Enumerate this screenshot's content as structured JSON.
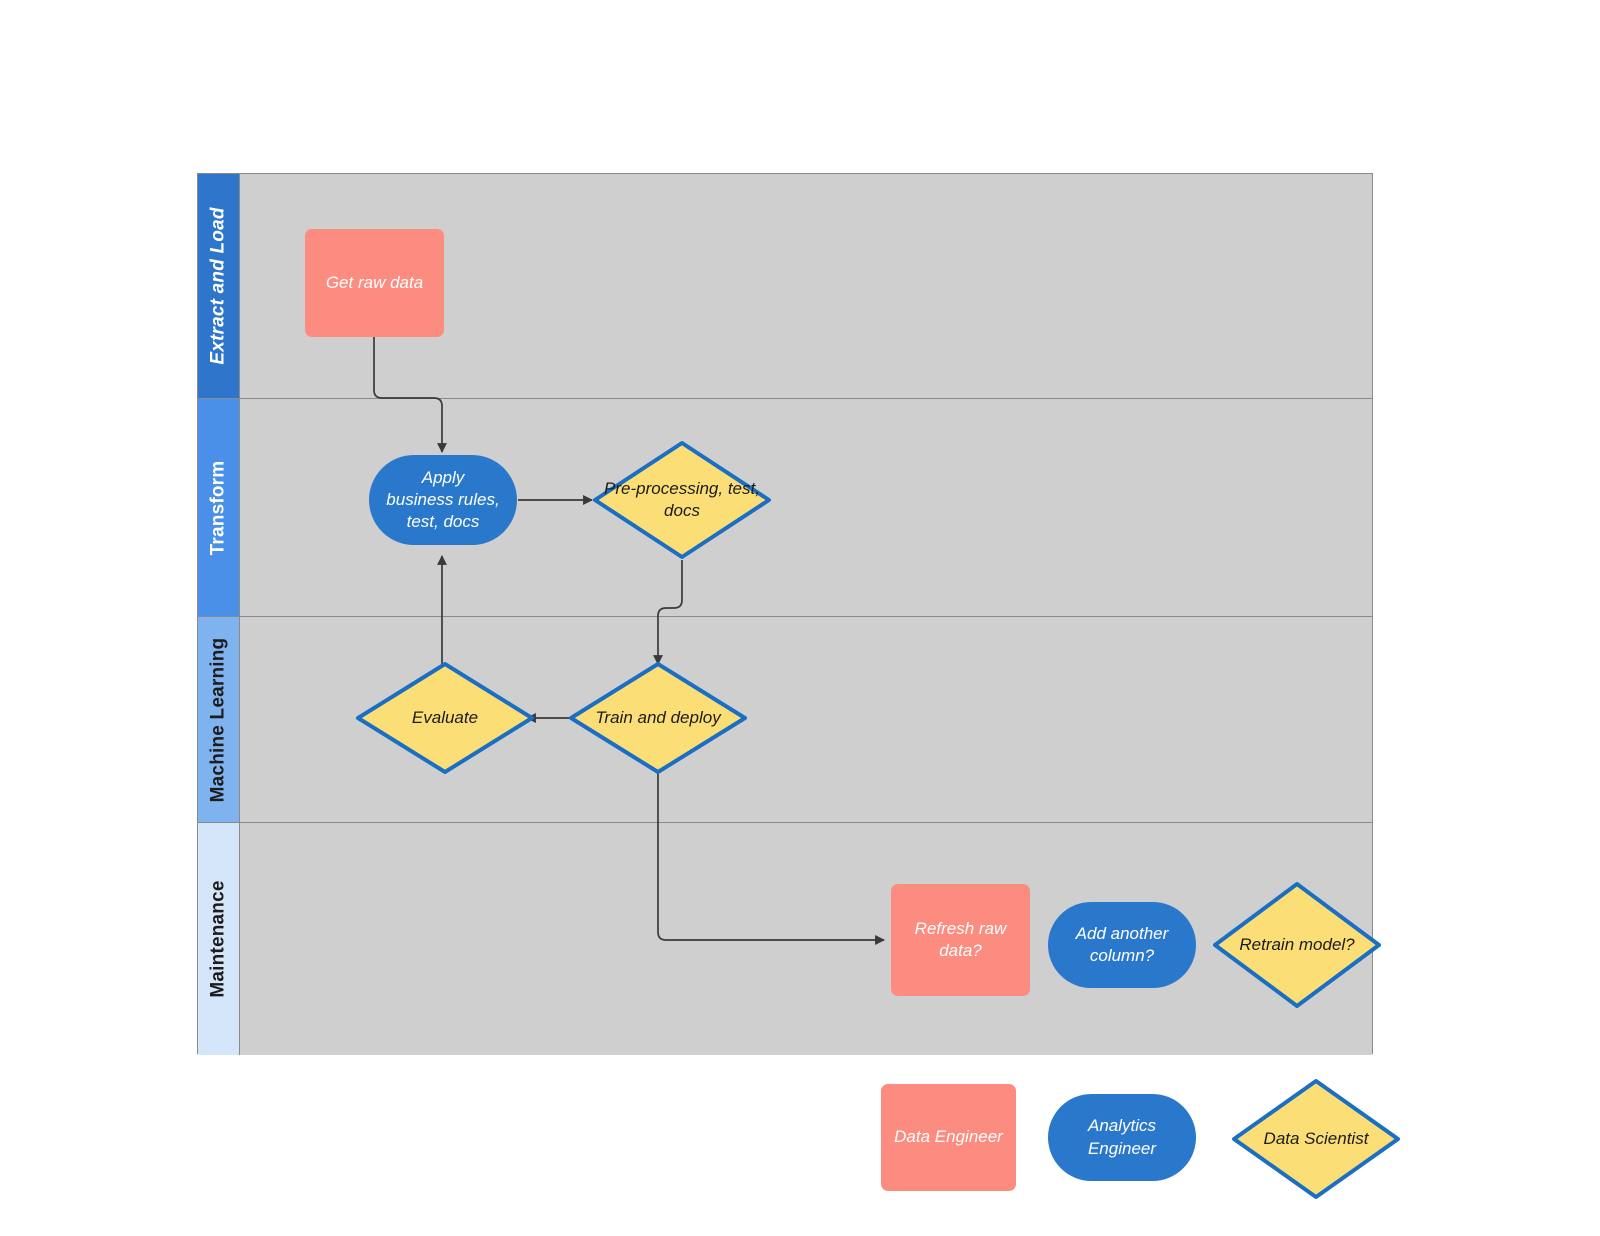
{
  "diagram": {
    "type": "swimlane-flowchart",
    "title": "",
    "colors": {
      "lane_extract": "#2E75CC",
      "lane_transform": "#4A90E8",
      "lane_ml": "#7FB3F0",
      "lane_maintenance": "#D5E5FA",
      "lane_body": "#CFCFCF",
      "data_engineer": "#FC8C7F",
      "analytics_engineer": "#2A78CC",
      "data_scientist": "#FCDE76",
      "data_scientist_border": "#1A6FC4",
      "connector": "#3A3A3A",
      "background": "#FFFFFF"
    }
  },
  "lanes": [
    {
      "id": "extract-and-load",
      "label": "Extract and Load",
      "header_color": "#2E75CC",
      "text_color": "#FFFFFF",
      "italic": true
    },
    {
      "id": "transform",
      "label": "Transform",
      "header_color": "#4A90E8",
      "text_color": "#FFFFFF",
      "italic": false
    },
    {
      "id": "machine-learning",
      "label": "Machine Learning",
      "header_color": "#7FB3F0",
      "text_color": "#1C1C1C",
      "italic": false
    },
    {
      "id": "maintenance",
      "label": "Maintenance",
      "header_color": "#D5E5FA",
      "text_color": "#1C1C1C",
      "italic": false
    }
  ],
  "nodes": [
    {
      "id": "get-raw-data",
      "label": "Get raw data",
      "shape": "rect",
      "role": "Data Engineer",
      "lane": "extract-and-load"
    },
    {
      "id": "apply-business-rules",
      "label": "Apply business rules, test, docs",
      "shape": "stadium",
      "role": "Analytics Engineer",
      "lane": "transform"
    },
    {
      "id": "pre-processing",
      "label": "Pre-processing, test, docs",
      "shape": "diamond",
      "role": "Data Scientist",
      "lane": "transform"
    },
    {
      "id": "evaluate",
      "label": "Evaluate",
      "shape": "diamond",
      "role": "Data Scientist",
      "lane": "machine-learning"
    },
    {
      "id": "train-and-deploy",
      "label": "Train and deploy",
      "shape": "diamond",
      "role": "Data Scientist",
      "lane": "machine-learning"
    },
    {
      "id": "refresh-raw-data",
      "label": "Refresh raw data?",
      "shape": "rect",
      "role": "Data Engineer",
      "lane": "maintenance"
    },
    {
      "id": "add-another-column",
      "label": "Add another column?",
      "shape": "stadium",
      "role": "Analytics Engineer",
      "lane": "maintenance"
    },
    {
      "id": "retrain-model",
      "label": "Retrain model?",
      "shape": "diamond",
      "role": "Data Scientist",
      "lane": "maintenance"
    }
  ],
  "edges": [
    {
      "from": "get-raw-data",
      "to": "apply-business-rules",
      "label": ""
    },
    {
      "from": "apply-business-rules",
      "to": "pre-processing",
      "label": ""
    },
    {
      "from": "pre-processing",
      "to": "train-and-deploy",
      "label": ""
    },
    {
      "from": "train-and-deploy",
      "to": "evaluate",
      "label": ""
    },
    {
      "from": "evaluate",
      "to": "apply-business-rules",
      "label": ""
    },
    {
      "from": "train-and-deploy",
      "to": "refresh-raw-data",
      "label": ""
    }
  ],
  "legend": {
    "items": [
      {
        "id": "data-engineer",
        "label": "Data Engineer",
        "shape": "rect",
        "color": "#FC8C7F"
      },
      {
        "id": "analytics-engineer",
        "label": "Analytics Engineer",
        "shape": "stadium",
        "color": "#2A78CC"
      },
      {
        "id": "data-scientist",
        "label": "Data Scientist",
        "shape": "diamond",
        "color": "#FCDE76"
      }
    ]
  }
}
